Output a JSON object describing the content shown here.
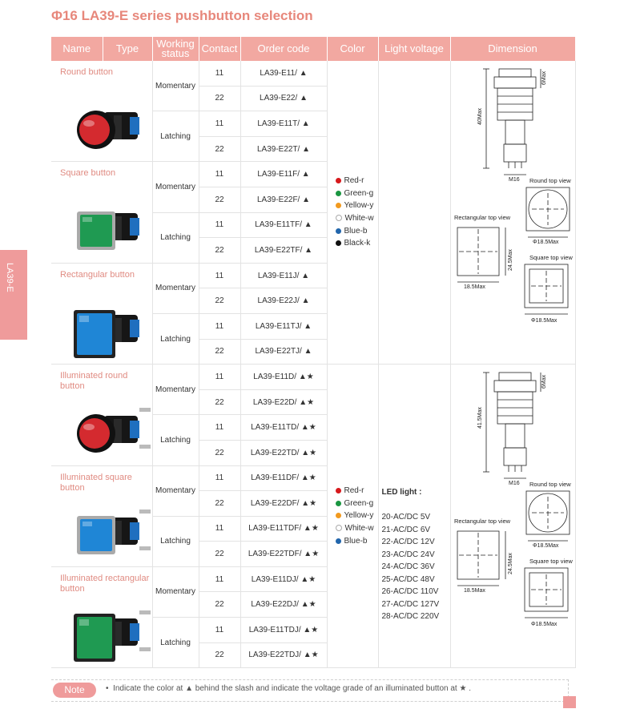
{
  "title": "Φ16 LA39-E series pushbutton selection",
  "side_tab": "LA39-E",
  "headers": [
    "Name",
    "Type",
    "Working status",
    "Contact",
    "Order code",
    "Color",
    "Light voltage",
    "Dimension"
  ],
  "types": [
    {
      "name": "Round button"
    },
    {
      "name": "Square button"
    },
    {
      "name": "Rectangular button"
    },
    {
      "name": "Illuminated round button"
    },
    {
      "name": "Illuminated square button"
    },
    {
      "name": "Illuminated rectangular button"
    }
  ],
  "status": {
    "momentary": "Momentary",
    "latching": "Latching"
  },
  "rows": [
    {
      "contact": "11",
      "code": "LA39-E11/"
    },
    {
      "contact": "22",
      "code": "LA39-E22/"
    },
    {
      "contact": "11",
      "code": "LA39-E11T/"
    },
    {
      "contact": "22",
      "code": "LA39-E22T/"
    },
    {
      "contact": "11",
      "code": "LA39-E11F/"
    },
    {
      "contact": "22",
      "code": "LA39-E22F/"
    },
    {
      "contact": "11",
      "code": "LA39-E11TF/"
    },
    {
      "contact": "22",
      "code": "LA39-E22TF/"
    },
    {
      "contact": "11",
      "code": "LA39-E11J/"
    },
    {
      "contact": "22",
      "code": "LA39-E22J/"
    },
    {
      "contact": "11",
      "code": "LA39-E11TJ/"
    },
    {
      "contact": "22",
      "code": "LA39-E22TJ/"
    },
    {
      "contact": "11",
      "code": "LA39-E11D/"
    },
    {
      "contact": "22",
      "code": "LA39-E22D/"
    },
    {
      "contact": "11",
      "code": "LA39-E11TD/"
    },
    {
      "contact": "22",
      "code": "LA39-E22TD/"
    },
    {
      "contact": "11",
      "code": "LA39-E11DF/"
    },
    {
      "contact": "22",
      "code": "LA39-E22DF/"
    },
    {
      "contact": "11",
      "code": "LA39-E11TDF/"
    },
    {
      "contact": "22",
      "code": "LA39-E22TDF/"
    },
    {
      "contact": "11",
      "code": "LA39-E11DJ/"
    },
    {
      "contact": "22",
      "code": "LA39-E22DJ/"
    },
    {
      "contact": "11",
      "code": "LA39-E11TDJ/"
    },
    {
      "contact": "22",
      "code": "LA39-E22TDJ/"
    }
  ],
  "symbols": {
    "color": "▲",
    "voltage": "★"
  },
  "colors_plain": [
    {
      "label": "Red-r",
      "hex": "#d7191c"
    },
    {
      "label": "Green-g",
      "hex": "#1a9641"
    },
    {
      "label": "Yellow-y",
      "hex": "#f29a1f"
    },
    {
      "label": "White-w",
      "hex": "#ffffff"
    },
    {
      "label": "Blue-b",
      "hex": "#2166ac"
    },
    {
      "label": "Black-k",
      "hex": "#111111"
    }
  ],
  "colors_illum": [
    {
      "label": "Red-r",
      "hex": "#d7191c"
    },
    {
      "label": "Green-g",
      "hex": "#1a9641"
    },
    {
      "label": "Yellow-y",
      "hex": "#f29a1f"
    },
    {
      "label": "White-w",
      "hex": "#ffffff"
    },
    {
      "label": "Blue-b",
      "hex": "#2166ac"
    }
  ],
  "led": {
    "heading": "LED light :",
    "options": [
      "20-AC/DC 5V",
      "21-AC/DC 6V",
      "22-AC/DC 12V",
      "23-AC/DC 24V",
      "24-AC/DC 36V",
      "25-AC/DC 48V",
      "26-AC/DC 110V",
      "27-AC/DC 127V",
      "28-AC/DC 220V"
    ]
  },
  "dims": {
    "plain": {
      "height": "40Max",
      "top": "6Max",
      "thread": "M16",
      "rect_label": "Rectangular top view",
      "round_label": "Round top view",
      "square_label": "Square top view",
      "rect_h": "24.5Max",
      "rect_w": "18.5Max",
      "round_d": "Φ18.5Max",
      "square_d": "Φ18.5Max"
    },
    "illum": {
      "height": "41.5Max",
      "top": "6Max",
      "thread": "M16",
      "rect_label": "Rectangular top view",
      "round_label": "Round top view",
      "square_label": "Square top view",
      "rect_h": "24.5Max",
      "rect_w": "18.5Max",
      "round_d": "Φ18.5Max",
      "square_d": "Φ18.5Max"
    }
  },
  "note": {
    "label": "Note",
    "text": "Indicate the color at ▲ behind the slash and indicate the voltage grade of an illuminated button at ★ ."
  },
  "button_colors": [
    "#d42a2f",
    "#1f9a52",
    "#1f86d6",
    "#d42a2f",
    "#1f86d6",
    "#1f9a52"
  ]
}
